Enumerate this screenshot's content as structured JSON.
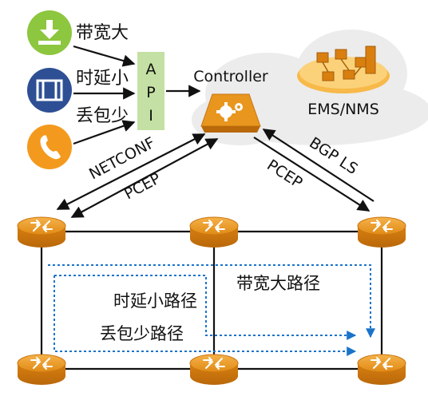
{
  "apps": [
    {
      "label": "带宽大",
      "icon": "download-icon",
      "color": "#8dc63f"
    },
    {
      "label": "时延小",
      "icon": "film-icon",
      "color": "#2e4f94"
    },
    {
      "label": "丢包少",
      "icon": "phone-icon",
      "color": "#f39a1e"
    }
  ],
  "api": {
    "letters": [
      "A",
      "P",
      "I"
    ]
  },
  "controller": {
    "label": "Controller"
  },
  "ems": {
    "label": "EMS/NMS"
  },
  "protocols": {
    "netconf": "NETCONF",
    "pcep_left": "PCEP",
    "pcep_right": "PCEP",
    "bgp_ls": "BGP LS"
  },
  "paths": {
    "bandwidth": "带宽大路径",
    "latency": "时延小路径",
    "loss": "丢包少路径"
  },
  "colors": {
    "router": "#e8961e",
    "cloud": "#ececec",
    "api_box": "#c4e0a4",
    "path": "#1a73c9",
    "line": "#111111"
  }
}
